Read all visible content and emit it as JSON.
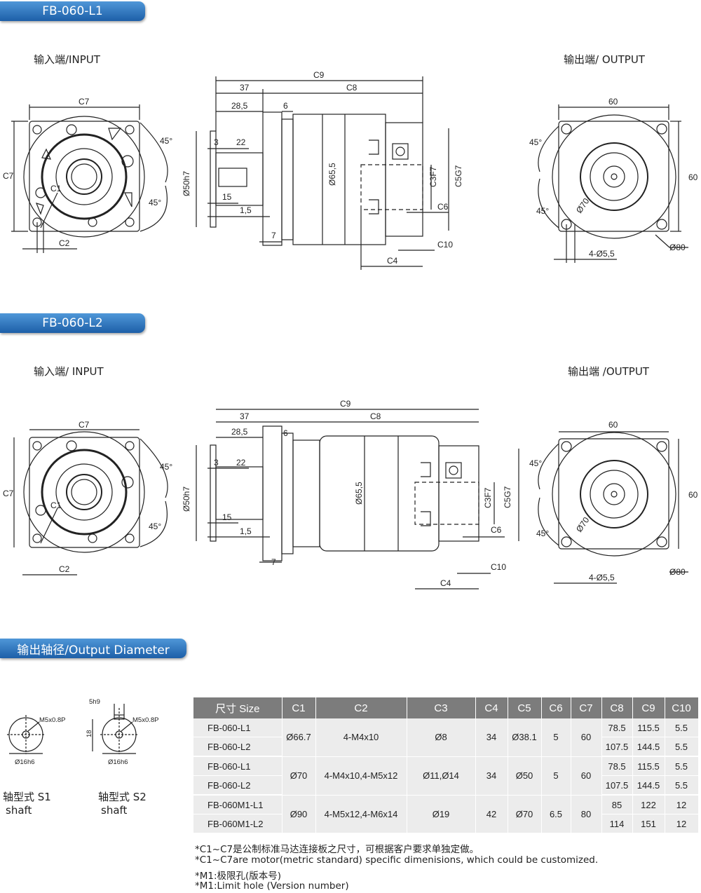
{
  "sections": {
    "l1_title": "FB-060-L1",
    "l2_title": "FB-060-L2",
    "output_title": "输出轴径/Output Diameter"
  },
  "l1": {
    "input_label": "输入端/INPUT",
    "output_label": "输出端/ OUTPUT"
  },
  "l2": {
    "input_label": "输入端/ INPUT",
    "output_label": "输出端 /OUTPUT"
  },
  "dims": {
    "c1": "C1",
    "c2": "C2",
    "c3": "C3F7",
    "c4": "C4",
    "c5": "C5G7",
    "c6": "C6",
    "c7": "C7",
    "c8": "C8",
    "c9": "C9",
    "c10": "C10",
    "d37": "37",
    "d28_5": "28,5",
    "d6": "6",
    "d3": "3",
    "d22": "22",
    "d15": "15",
    "d1_5": "1,5",
    "d7": "7",
    "phi50": "Ø50h7",
    "phi65_5": "Ø65,5",
    "angle45": "45°",
    "d60": "60",
    "phi70": "Ø70",
    "phi80": "Ø80",
    "holes": "4-Ø5,5"
  },
  "shafts": {
    "s1_caption_cn": "轴型式 S1",
    "s1_caption_en": "shaft",
    "s2_caption_cn": "轴型式 S2",
    "s2_caption_en": "shaft",
    "thread": "M5x0.8P",
    "dia": "Ø16h6",
    "key_w": "5h9",
    "key_h": "18"
  },
  "table": {
    "headers": [
      "尺寸 Size",
      "C1",
      "C2",
      "C3",
      "C4",
      "C5",
      "C6",
      "C7",
      "C8",
      "C9",
      "C10"
    ],
    "groups": [
      {
        "c1": "Ø66.7",
        "c2": "4-M4x10",
        "c3": "Ø8",
        "c4": "34",
        "c5": "Ø38.1",
        "c6": "5",
        "c7": "60",
        "rows": [
          {
            "size": "FB-060-L1",
            "c8": "78.5",
            "c9": "115.5",
            "c10": "5.5"
          },
          {
            "size": "FB-060-L2",
            "c8": "107.5",
            "c9": "144.5",
            "c10": "5.5"
          }
        ]
      },
      {
        "c1": "Ø70",
        "c2": "4-M4x10,4-M5x12",
        "c3": "Ø11,Ø14",
        "c4": "34",
        "c5": "Ø50",
        "c6": "5",
        "c7": "60",
        "rows": [
          {
            "size": "FB-060-L1",
            "c8": "78.5",
            "c9": "115.5",
            "c10": "5.5"
          },
          {
            "size": "FB-060-L2",
            "c8": "107.5",
            "c9": "144.5",
            "c10": "5.5"
          }
        ]
      },
      {
        "c1": "Ø90",
        "c2": "4-M5x12,4-M6x14",
        "c3": "Ø19",
        "c4": "42",
        "c5": "Ø70",
        "c6": "6.5",
        "c7": "80",
        "rows": [
          {
            "size": "FB-060M1-L1",
            "c8": "85",
            "c9": "122",
            "c10": "12"
          },
          {
            "size": "FB-060M1-L2",
            "c8": "114",
            "c9": "151",
            "c10": "12"
          }
        ]
      }
    ]
  },
  "notes": [
    "*C1~C7是公制标准马达连接板之尺寸，可根据客户要求单独定做。",
    "*C1~C7are motor(metric standard) specific dimenisions, which could be customized.",
    "*M1:极限孔(版本号)",
    "*M1:Limit hole (Version number)"
  ]
}
